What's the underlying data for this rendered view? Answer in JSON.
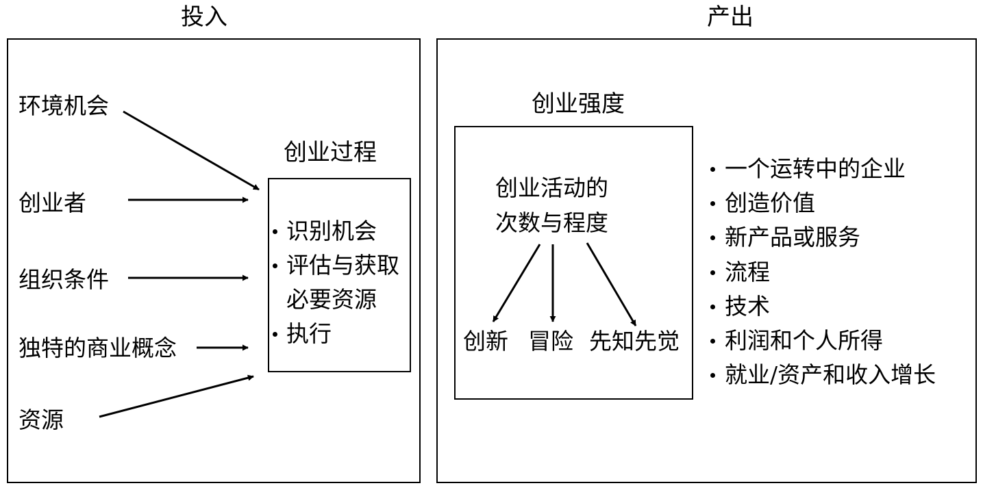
{
  "input_panel": {
    "title": "投入",
    "factors": [
      "环境机会",
      "创业者",
      "组织条件",
      "独特的商业概念",
      "资源"
    ],
    "process": {
      "title": "创业过程",
      "steps": [
        {
          "lines": [
            "识别机会"
          ]
        },
        {
          "lines": [
            "评估与获取",
            "必要资源"
          ]
        },
        {
          "lines": [
            "执行"
          ]
        }
      ]
    }
  },
  "output_panel": {
    "title": "产出",
    "intensity": {
      "title": "创业强度",
      "center_lines": [
        "创业活动的",
        "次数与程度"
      ],
      "dimensions": [
        "创新",
        "冒险",
        "先知先觉"
      ]
    },
    "outcomes": [
      "一个运转中的企业",
      "创造价值",
      "新产品或服务",
      "流程",
      "技术",
      "利润和个人所得",
      "就业/资产和收入增长"
    ]
  }
}
